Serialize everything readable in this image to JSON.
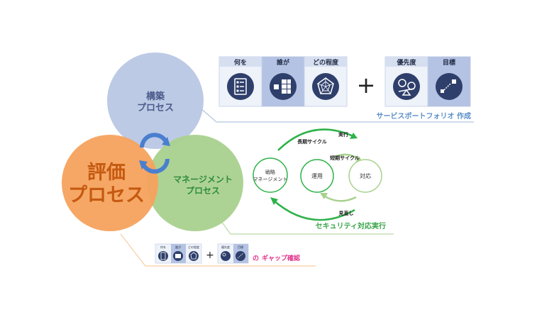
{
  "circles": {
    "build": {
      "line1": "構築",
      "line2": "プロセス"
    },
    "eval": {
      "line1": "評価",
      "line2": "プロセス"
    },
    "manage": {
      "line1": "マネージメント",
      "line2": "プロセス"
    }
  },
  "toolbar_top": {
    "headers": [
      "何を",
      "誰が",
      "どの程度"
    ],
    "plus": "+",
    "headers2": [
      "優先度",
      "目標"
    ],
    "caption": "サービスポートフォリオ 作成"
  },
  "cycle": {
    "strategy_line1": "戦略",
    "strategy_line2": "マネージメント",
    "operation": "運用",
    "response": "対応",
    "long_cycle": "長期サイクル",
    "short_cycle": "短期サイクル",
    "execute": "実行",
    "review": "見直し",
    "caption": "セキュリティ対応実行"
  },
  "toolbar_small": {
    "headers": [
      "何を",
      "誰が",
      "どの程度"
    ],
    "plus": "+",
    "headers2": [
      "優先度",
      "目標"
    ],
    "caption_prefix": "の",
    "caption_main": "ギャップ確認"
  },
  "colors": {
    "build_circle": "#b9c7e4",
    "eval_circle": "#f5a25d",
    "manage_circle": "#a9d18e",
    "build_text": "#4a5a8a",
    "eval_text": "#c55a11",
    "manage_text": "#2e8b3e",
    "cycle_green": "#2fb24a",
    "header_bg": "#d6dff0",
    "header_dark": "#b4c3e3",
    "icon_navy": "#2f3f6b",
    "caption_blue": "#5b8fc9",
    "caption_green": "#3aa54a",
    "caption_pink": "#e0308a"
  }
}
